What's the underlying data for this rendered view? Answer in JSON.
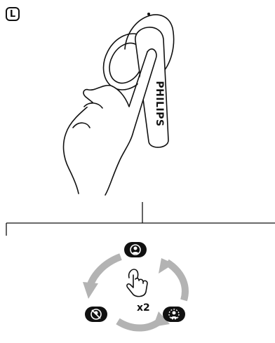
{
  "side_indicator": "L",
  "earbud": {
    "brand_label": "PHILIPS"
  },
  "gesture": {
    "tap_count_label": "x2",
    "action": "double-tap",
    "icon": "tap-hand-icon"
  },
  "cycle_modes": [
    {
      "icon": "anc-mode-icon",
      "position": "top"
    },
    {
      "icon": "awareness-mode-icon",
      "position": "bottom-right"
    },
    {
      "icon": "anc-off-mode-icon",
      "position": "bottom-left"
    }
  ],
  "colors": {
    "ink": "#111111",
    "arrow_gray": "#b3b3b3",
    "background": "#ffffff"
  }
}
